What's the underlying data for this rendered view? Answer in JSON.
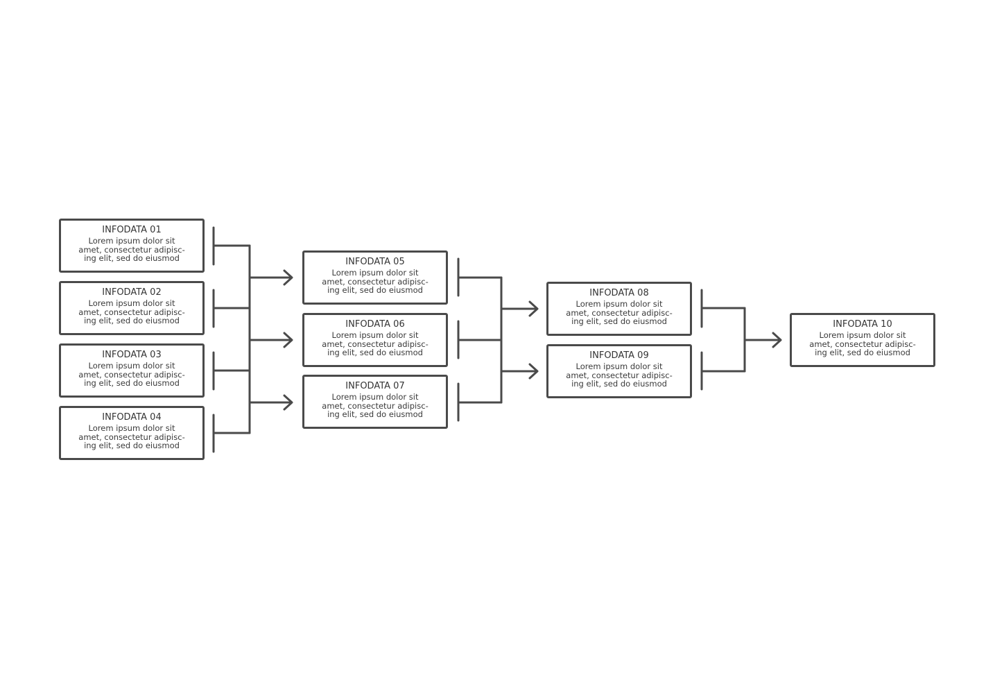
{
  "colors": {
    "stroke": "#4a4a4a",
    "text": "#333333",
    "background": "#ffffff"
  },
  "nodes": [
    {
      "id": "01",
      "title": "INFODATA 01",
      "lines": [
        "Lorem ipsum dolor sit",
        "amet, consectetur adipisc-",
        "ing elit, sed do eiusmod"
      ]
    },
    {
      "id": "02",
      "title": "INFODATA 02",
      "lines": [
        "Lorem ipsum dolor sit",
        "amet, consectetur adipisc-",
        "ing elit, sed do eiusmod"
      ]
    },
    {
      "id": "03",
      "title": "INFODATA 03",
      "lines": [
        "Lorem ipsum dolor sit",
        "amet, consectetur adipisc-",
        "ing elit, sed do eiusmod"
      ]
    },
    {
      "id": "04",
      "title": "INFODATA 04",
      "lines": [
        "Lorem ipsum dolor sit",
        "amet, consectetur adipisc-",
        "ing elit, sed do eiusmod"
      ]
    },
    {
      "id": "05",
      "title": "INFODATA 05",
      "lines": [
        "Lorem ipsum dolor sit",
        "amet, consectetur adipisc-",
        "ing elit, sed do eiusmod"
      ]
    },
    {
      "id": "06",
      "title": "INFODATA 06",
      "lines": [
        "Lorem ipsum dolor sit",
        "amet, consectetur adipisc-",
        "ing elit, sed do eiusmod"
      ]
    },
    {
      "id": "07",
      "title": "INFODATA 07",
      "lines": [
        "Lorem ipsum dolor sit",
        "amet, consectetur adipisc-",
        "ing elit, sed do eiusmod"
      ]
    },
    {
      "id": "08",
      "title": "INFODATA 08",
      "lines": [
        "Lorem ipsum dolor sit",
        "amet, consectetur adipisc-",
        "ing elit, sed do eiusmod"
      ]
    },
    {
      "id": "09",
      "title": "INFODATA 09",
      "lines": [
        "Lorem ipsum dolor sit",
        "amet, consectetur adipisc-",
        "ing elit, sed do eiusmod"
      ]
    },
    {
      "id": "10",
      "title": "INFODATA 10",
      "lines": [
        "Lorem ipsum dolor sit",
        "amet, consectetur adipisc-",
        "ing elit, sed do eiusmod"
      ]
    }
  ],
  "edges": [
    {
      "from": [
        "01",
        "02",
        "03",
        "04"
      ],
      "to": [
        "05",
        "06",
        "07"
      ]
    },
    {
      "from": [
        "05",
        "06",
        "07"
      ],
      "to": [
        "08",
        "09"
      ]
    },
    {
      "from": [
        "08",
        "09"
      ],
      "to": [
        "10"
      ]
    }
  ]
}
